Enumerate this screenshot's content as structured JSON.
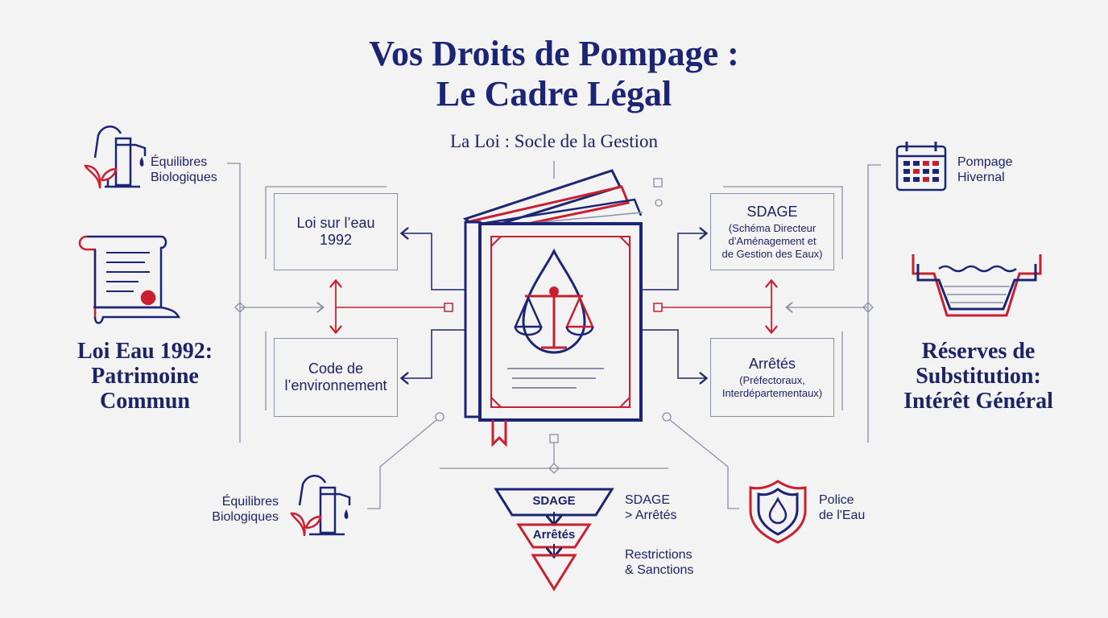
{
  "title_line1": "Vos Droits de Pompage :",
  "title_line2": "Le Cadre Légal",
  "subtitle": "La Loi : Socle de la Gestion",
  "top_left_label": [
    "Équilibres",
    "Biologiques"
  ],
  "top_right_label": [
    "Pompage",
    "Hivernal"
  ],
  "left_big": [
    "Loi Eau 1992:",
    "Patrimoine",
    "Commun"
  ],
  "right_big": [
    "Réserves de",
    "Substitution:",
    "Intérêt Général"
  ],
  "boxes": {
    "loi_eau": [
      "Loi sur l’eau",
      "1992"
    ],
    "code_env": [
      "Code de",
      "l’environnement"
    ],
    "sdage_title": "SDAGE",
    "sdage_sub": [
      "(Schéma Directeur",
      "d’Aménagement et",
      "de Gestion des Eaux)"
    ],
    "arretes_title": "Arrêtés",
    "arretes_sub": [
      "(Préfectoraux,",
      "Interdépartementaux)"
    ]
  },
  "bottom_left_label": [
    "Équilibres",
    "Biologiques"
  ],
  "funnel": {
    "top": "SDAGE",
    "mid": "Arrêtés",
    "label_top": [
      "SDAGE",
      "> Arrêtés"
    ],
    "label_bottom": [
      "Restrictions",
      "& Sanctions"
    ]
  },
  "bottom_right_label": [
    "Police",
    "de l'Eau"
  ],
  "colors": {
    "navy": "#1c2575",
    "red": "#c8202f",
    "line": "#8a8ea6"
  }
}
